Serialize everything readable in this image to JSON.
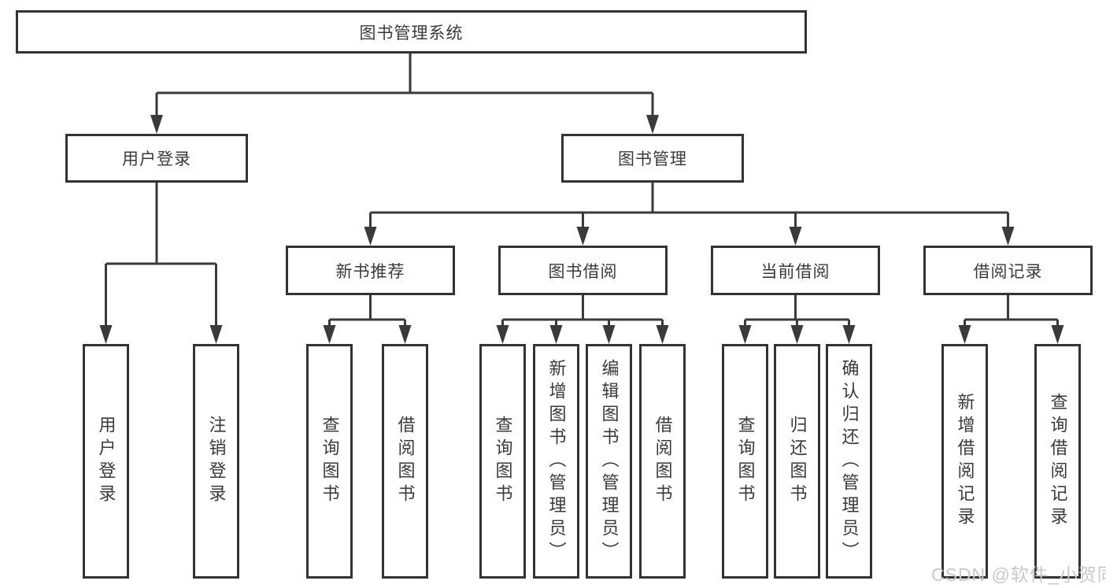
{
  "tree": {
    "root": {
      "label": "图书管理系统"
    },
    "level2": [
      {
        "label": "用户登录",
        "children": [
          "用户登录",
          "注销登录"
        ]
      },
      {
        "label": "图书管理",
        "children": [
          {
            "label": "新书推荐",
            "children": [
              "查询图书",
              "借阅图书"
            ]
          },
          {
            "label": "图书借阅",
            "children": [
              "查询图书",
              "新增图书（管理员）",
              "编辑图书（管理员）",
              "借阅图书"
            ]
          },
          {
            "label": "当前借阅",
            "children": [
              "查询图书",
              "归还图书",
              "确认归还（管理员）"
            ]
          },
          {
            "label": "借阅记录",
            "children": [
              "新增借阅记录",
              "查询借阅记录"
            ]
          }
        ]
      }
    ]
  },
  "watermark": {
    "text": "CSDN @软件_小贺同学",
    "color": "#c9c9c9"
  },
  "colors": {
    "border": "#333333",
    "line": "#3a3a3a",
    "text": "#3a3a3a",
    "watermark": "#c9c9c9",
    "background": "#ffffff"
  }
}
